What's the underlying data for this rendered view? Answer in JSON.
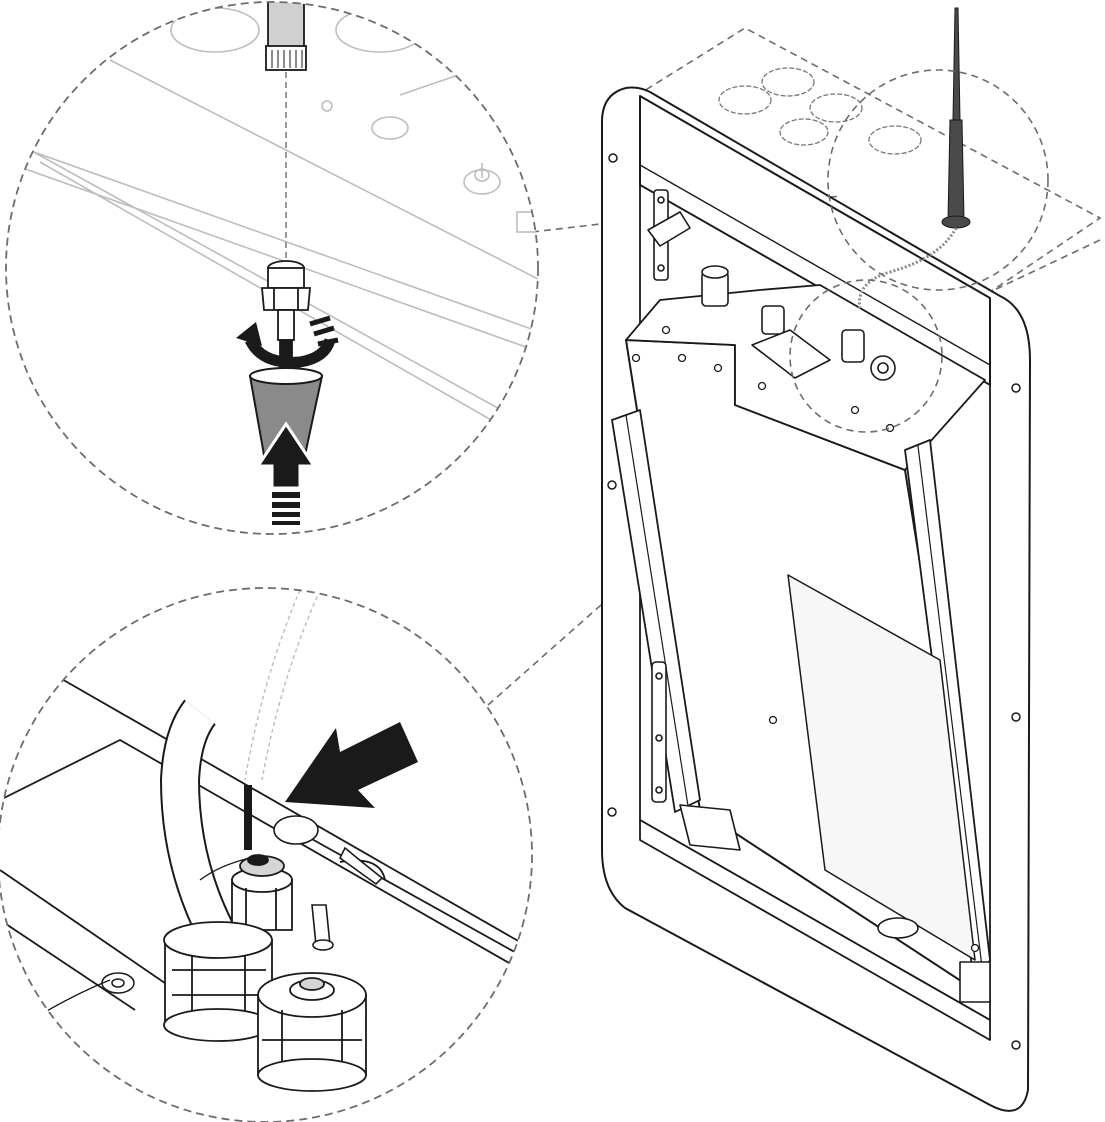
{
  "figure": {
    "type": "technical-installation-illustration",
    "caption": "",
    "detail_views": [
      {
        "id": "antenna-connector-detail",
        "icons": [
          "antenna-connector-icon",
          "rotate-arrow-icon",
          "push-up-arrow-icon",
          "rubber-boot-icon"
        ]
      },
      {
        "id": "cable-gland-detail",
        "icons": [
          "cable-gland-icon",
          "antenna-cable-icon",
          "pointer-arrow-icon",
          "cap-nut-icon"
        ]
      }
    ],
    "main_view": {
      "id": "cabinet-unit",
      "icons": [
        "antenna-icon",
        "cabinet-frame-icon",
        "inner-panel-icon",
        "knockout-holes-icon"
      ]
    }
  },
  "colors": {
    "line": "#1a1a1a",
    "dashed": "#6d6d6d",
    "faded": "#bdbdbd",
    "antenna": "#4a4a4a",
    "boot": "#8a8a8a",
    "panel_fill": "#ffffff",
    "shade": "#ededed"
  }
}
